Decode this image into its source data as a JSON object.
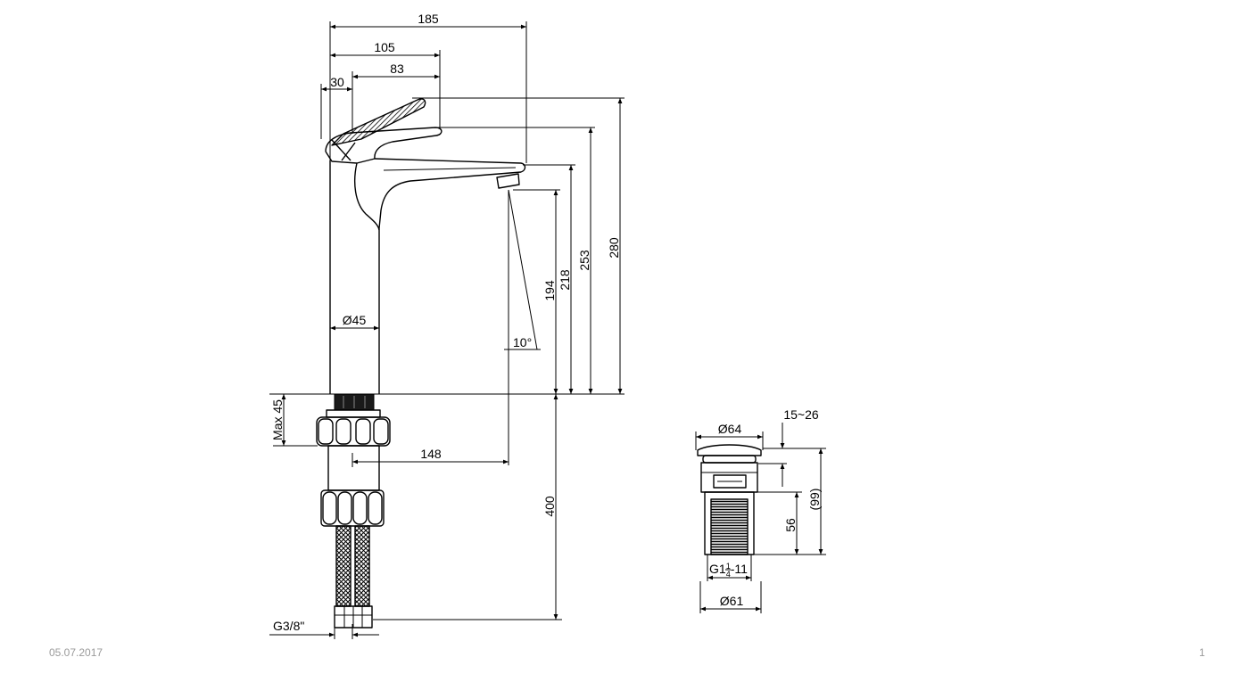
{
  "faucet": {
    "dims": {
      "overall_width": "185",
      "spout_reach": "105",
      "spout_projection": "83",
      "handle_offset": "30",
      "body_diameter": "Ø45",
      "spout_angle": "10°",
      "outlet_height": "194",
      "spout_height": "218",
      "head_height": "253",
      "total_height": "280",
      "max_deck_thickness": "Max 45",
      "outlet_distance": "148",
      "hose_length": "400",
      "connection_thread": "G3/8\""
    }
  },
  "waste": {
    "dims": {
      "cap_diameter": "Ø64",
      "adjust_range": "15~26",
      "total_length": "(99)",
      "thread_length": "56",
      "thread": {
        "prefix": "G1",
        "frac_num": "1",
        "frac_den": "4",
        "suffix": "-11"
      },
      "tail_diameter": "Ø61"
    }
  },
  "footer": {
    "date": "05.07.2017",
    "page": "1"
  }
}
